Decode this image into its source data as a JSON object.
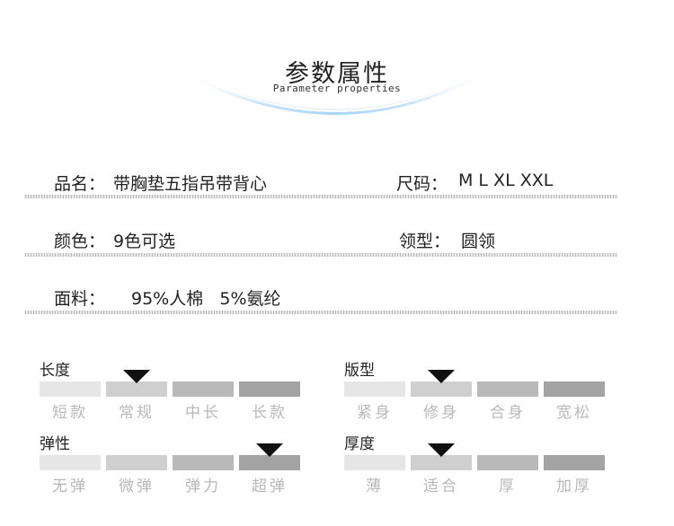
{
  "header": {
    "title": "参数属性",
    "subtitle": "Parameter properties"
  },
  "specs": {
    "name_label": "品名：",
    "name_value": "带胸垫五指吊带背心",
    "size_label": "尺码：",
    "size_value": "M L XL XXL",
    "color_label": "颜色：",
    "color_value": "9色可选",
    "collar_label": "领型：",
    "collar_value": "圆领",
    "fabric_label": "面料：",
    "fabric_value": "95%人棉   5%氨纶"
  },
  "attributes": [
    {
      "title": "长度",
      "options": [
        "短款",
        "常规",
        "中长",
        "长款"
      ],
      "selected_index": 1
    },
    {
      "title": "版型",
      "options": [
        "紧身",
        "修身",
        "合身",
        "宽松"
      ],
      "selected_index": 1
    },
    {
      "title": "弹性",
      "options": [
        "无弹",
        "微弹",
        "弹力",
        "超弹"
      ],
      "selected_index": 3
    },
    {
      "title": "厚度",
      "options": [
        "薄",
        "适合",
        "厚",
        "加厚"
      ],
      "selected_index": 1
    }
  ],
  "colors": {
    "bar_shades": [
      "#e6e6e6",
      "#cfcfcf",
      "#b9b9b9",
      "#a3a3a3"
    ],
    "arc": "#a9d4f5",
    "marker": "#111111"
  }
}
